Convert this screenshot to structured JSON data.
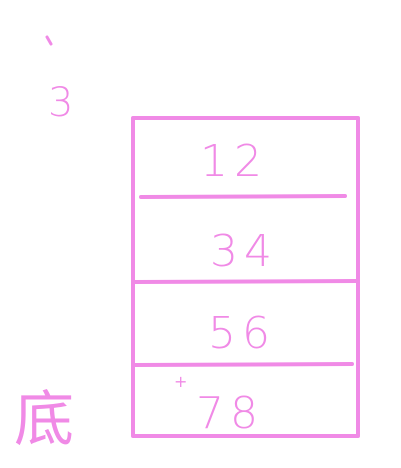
{
  "ink_color": "#f08ae6",
  "stack": {
    "cells": [
      {
        "text": "12"
      },
      {
        "text": "34"
      },
      {
        "text": "56"
      },
      {
        "text": "78"
      }
    ],
    "plus_mark": "+"
  },
  "annotations": {
    "top_left_mark": "3",
    "bottom_left_mark": "底"
  }
}
